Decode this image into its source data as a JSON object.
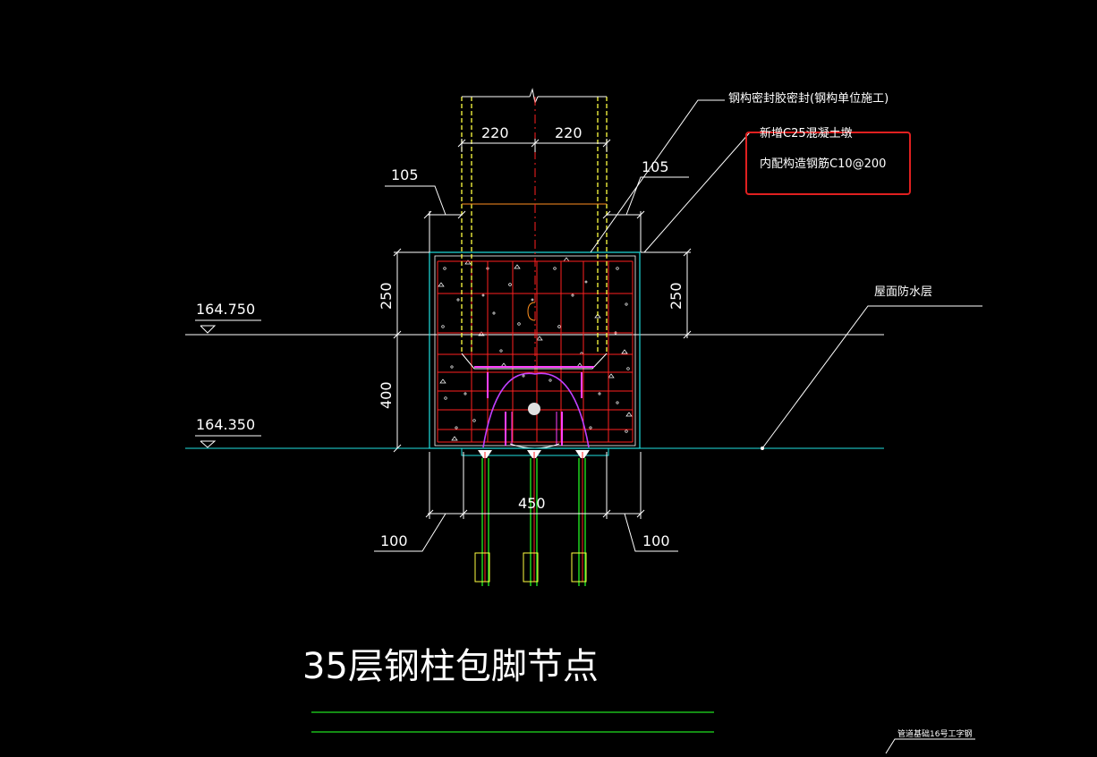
{
  "labels": {
    "note_sealant": "钢构密封胶密封(钢构单位施工)",
    "note_concrete_line1": "新增C25混凝土墩",
    "note_concrete_line2": "内配构造钢筋C10@200",
    "note_waterproof": "屋面防水层",
    "elev_top": "164.750",
    "elev_bottom": "164.350",
    "dim_220_left": "220",
    "dim_220_right": "220",
    "dim_105_left": "105",
    "dim_105_right": "105",
    "dim_250_left": "250",
    "dim_250_right": "250",
    "dim_400": "400",
    "dim_450": "450",
    "dim_100_left": "100",
    "dim_100_right": "100",
    "drawing_title": "35层钢柱包脚节点",
    "corner_note": "管道基础16号工字钢"
  },
  "colors": {
    "background": "#000000",
    "line": "#ffffff",
    "rebar_grid": "#ff2020",
    "steel_column": "#ffff40",
    "column_plate": "#ff9020",
    "arc": "#c040ff",
    "plates": "#ff40ff",
    "floor_line": "#20e0e0",
    "anchor_green": "#20e020",
    "highlight_box": "#e02020"
  }
}
